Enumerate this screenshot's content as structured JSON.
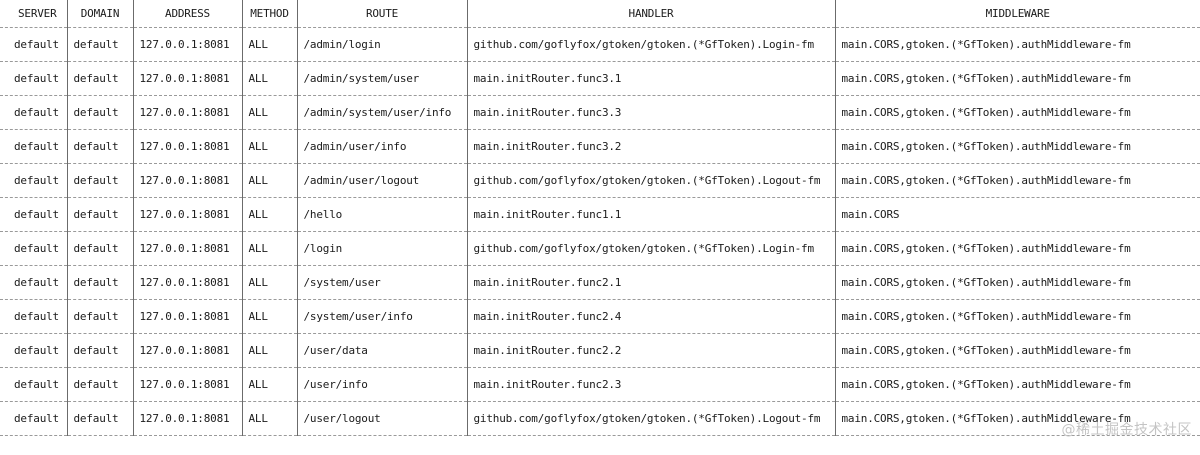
{
  "columns": [
    "SERVER",
    "DOMAIN",
    "ADDRESS",
    "METHOD",
    "ROUTE",
    "HANDLER",
    "MIDDLEWARE"
  ],
  "rows": [
    [
      "default",
      "default",
      "127.0.0.1:8081",
      "ALL",
      "/admin/login",
      "github.com/goflyfox/gtoken/gtoken.(*GfToken).Login-fm",
      "main.CORS,gtoken.(*GfToken).authMiddleware-fm"
    ],
    [
      "default",
      "default",
      "127.0.0.1:8081",
      "ALL",
      "/admin/system/user",
      "main.initRouter.func3.1",
      "main.CORS,gtoken.(*GfToken).authMiddleware-fm"
    ],
    [
      "default",
      "default",
      "127.0.0.1:8081",
      "ALL",
      "/admin/system/user/info",
      "main.initRouter.func3.3",
      "main.CORS,gtoken.(*GfToken).authMiddleware-fm"
    ],
    [
      "default",
      "default",
      "127.0.0.1:8081",
      "ALL",
      "/admin/user/info",
      "main.initRouter.func3.2",
      "main.CORS,gtoken.(*GfToken).authMiddleware-fm"
    ],
    [
      "default",
      "default",
      "127.0.0.1:8081",
      "ALL",
      "/admin/user/logout",
      "github.com/goflyfox/gtoken/gtoken.(*GfToken).Logout-fm",
      "main.CORS,gtoken.(*GfToken).authMiddleware-fm"
    ],
    [
      "default",
      "default",
      "127.0.0.1:8081",
      "ALL",
      "/hello",
      "main.initRouter.func1.1",
      "main.CORS"
    ],
    [
      "default",
      "default",
      "127.0.0.1:8081",
      "ALL",
      "/login",
      "github.com/goflyfox/gtoken/gtoken.(*GfToken).Login-fm",
      "main.CORS,gtoken.(*GfToken).authMiddleware-fm"
    ],
    [
      "default",
      "default",
      "127.0.0.1:8081",
      "ALL",
      "/system/user",
      "main.initRouter.func2.1",
      "main.CORS,gtoken.(*GfToken).authMiddleware-fm"
    ],
    [
      "default",
      "default",
      "127.0.0.1:8081",
      "ALL",
      "/system/user/info",
      "main.initRouter.func2.4",
      "main.CORS,gtoken.(*GfToken).authMiddleware-fm"
    ],
    [
      "default",
      "default",
      "127.0.0.1:8081",
      "ALL",
      "/user/data",
      "main.initRouter.func2.2",
      "main.CORS,gtoken.(*GfToken).authMiddleware-fm"
    ],
    [
      "default",
      "default",
      "127.0.0.1:8081",
      "ALL",
      "/user/info",
      "main.initRouter.func2.3",
      "main.CORS,gtoken.(*GfToken).authMiddleware-fm"
    ],
    [
      "default",
      "default",
      "127.0.0.1:8081",
      "ALL",
      "/user/logout",
      "github.com/goflyfox/gtoken/gtoken.(*GfToken).Logout-fm",
      "main.CORS,gtoken.(*GfToken).authMiddleware-fm"
    ]
  ],
  "watermark": "@稀土掘金技术社区"
}
